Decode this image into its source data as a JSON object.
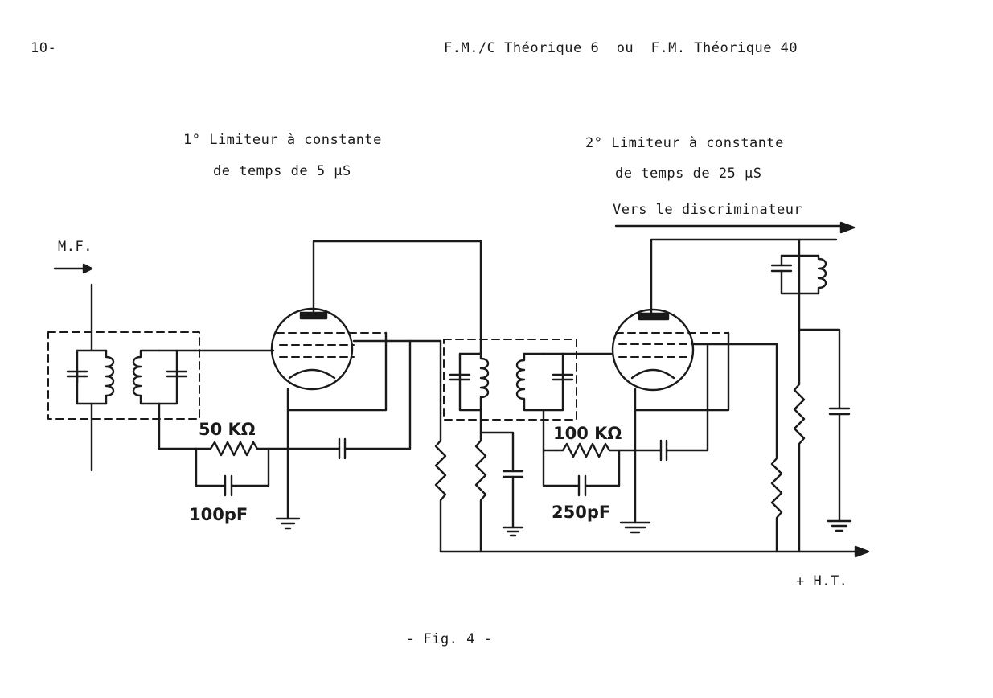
{
  "header": {
    "page_number": "10-",
    "running_title": "F.M./C Théorique 6  ou  F.M. Théorique 40"
  },
  "labels": {
    "limiter1_line1": "1° Limiteur à constante",
    "limiter1_line2": "de temps de 5 µS",
    "limiter2_line1": "2° Limiteur à constante",
    "limiter2_line2": "de temps de 25 µS",
    "output_label": "Vers le discriminateur",
    "input_label": "M.F.",
    "ht_label": "+ H.T.",
    "r1_value": "50 KΩ",
    "c1_value": "100pF",
    "r2_value": "100 KΩ",
    "c2_value": "250pF"
  },
  "caption": "- Fig. 4 -"
}
